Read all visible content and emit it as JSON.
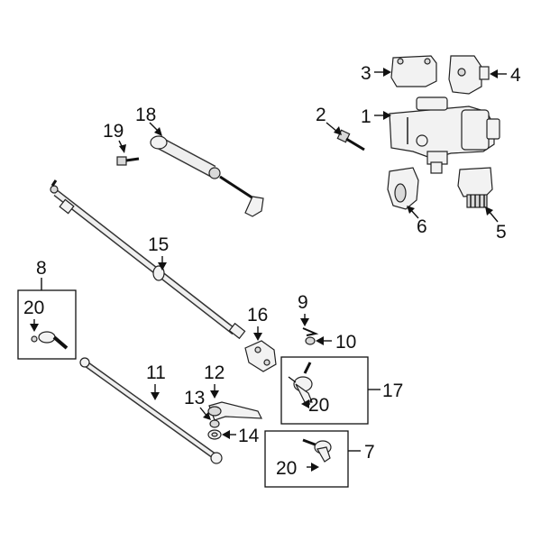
{
  "diagram": {
    "callouts": {
      "c1": "1",
      "c2": "2",
      "c3": "3",
      "c4": "4",
      "c5": "5",
      "c6": "6",
      "c7": "7",
      "c8": "8",
      "c9": "9",
      "c10": "10",
      "c11": "11",
      "c12": "12",
      "c13": "13",
      "c14": "14",
      "c15": "15",
      "c16": "16",
      "c17": "17",
      "c18": "18",
      "c19": "19",
      "c20_box8": "20",
      "c20_box17": "20",
      "c20_box7": "20"
    }
  }
}
